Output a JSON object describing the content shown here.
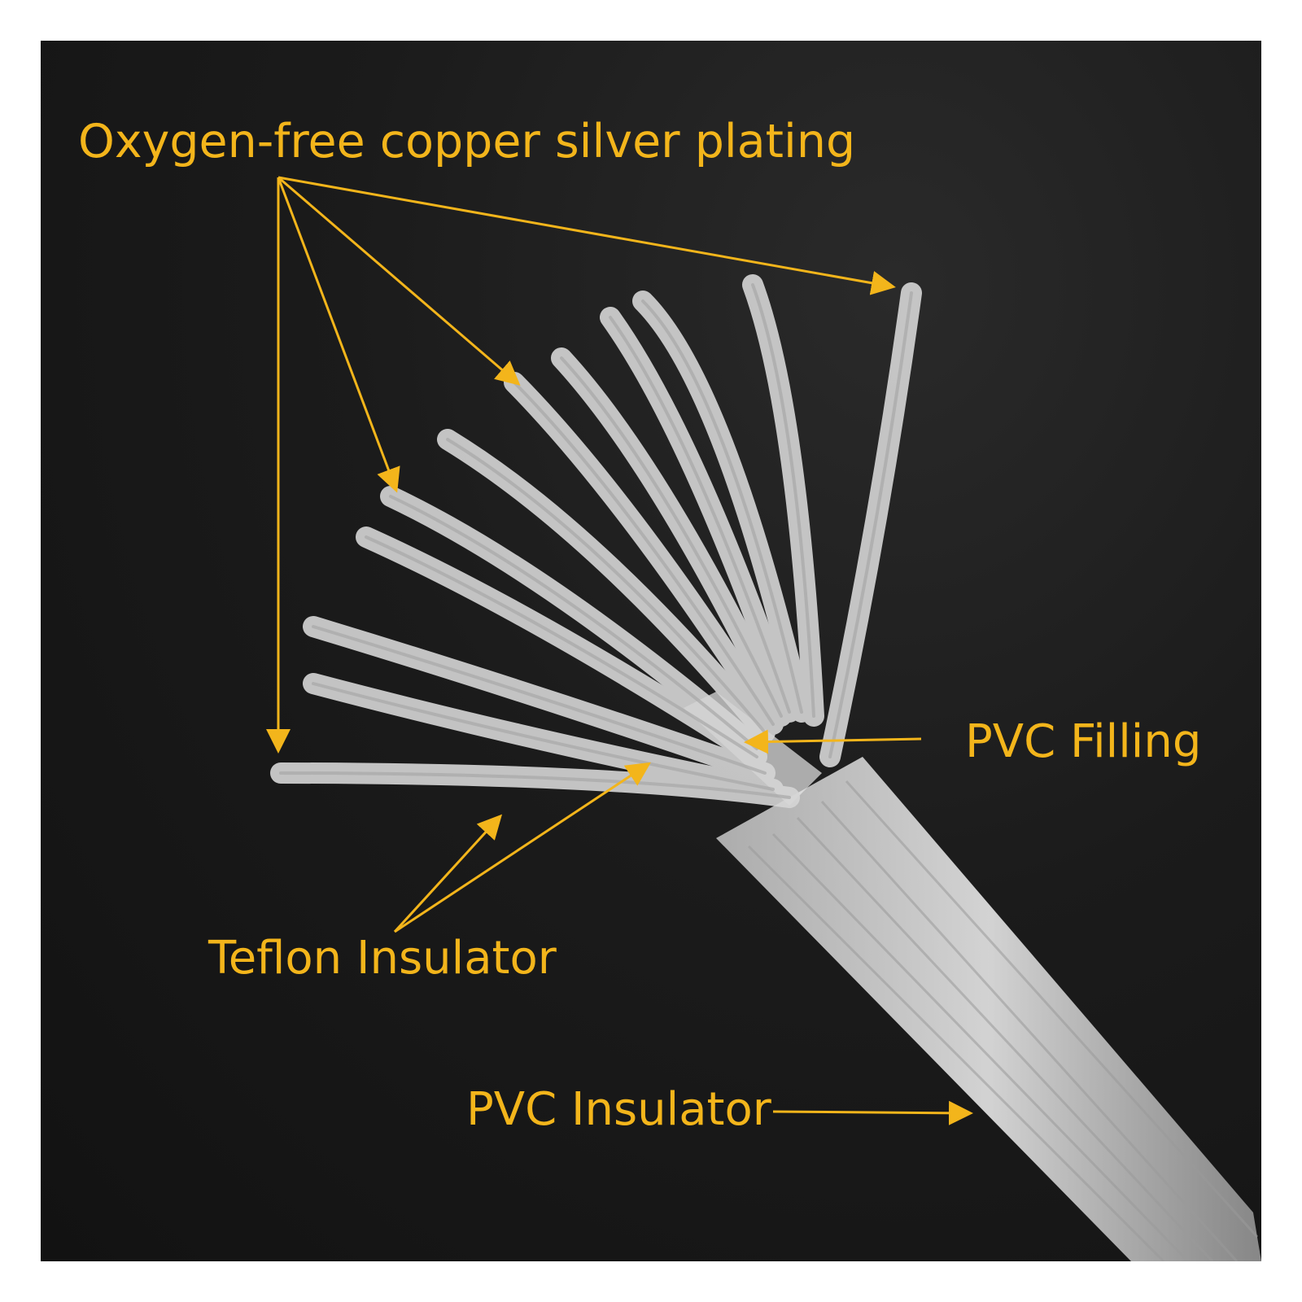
{
  "labels": {
    "copper": "Oxygen-free copper silver plating",
    "filling": "PVC Filling",
    "teflon": "Teflon Insulator",
    "pvc_insulator": "PVC Insulator"
  },
  "colors": {
    "background": "#1b1b1b",
    "label": "#f3b51b",
    "wire": "#cfcfcf",
    "frame": "#ffffff"
  }
}
